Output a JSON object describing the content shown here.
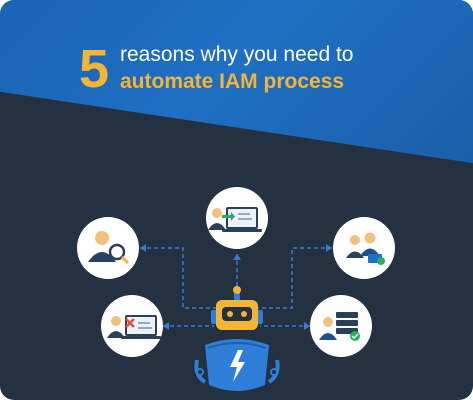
{
  "title": {
    "number": "5",
    "line1": "reasons why you need to",
    "line2": "automate IAM process"
  },
  "icons": {
    "top": "user-onboarding-icon",
    "left": "user-search-icon",
    "right": "team-badge-icon",
    "bottom_left": "access-removal-icon",
    "bottom_right": "server-check-icon",
    "robot": "automation-robot-icon"
  },
  "colors": {
    "background": "#243140",
    "banner": "#1f6fc4",
    "accent": "#f4b535",
    "robot": "#2f7fd8",
    "line": "#3a7bd5"
  }
}
